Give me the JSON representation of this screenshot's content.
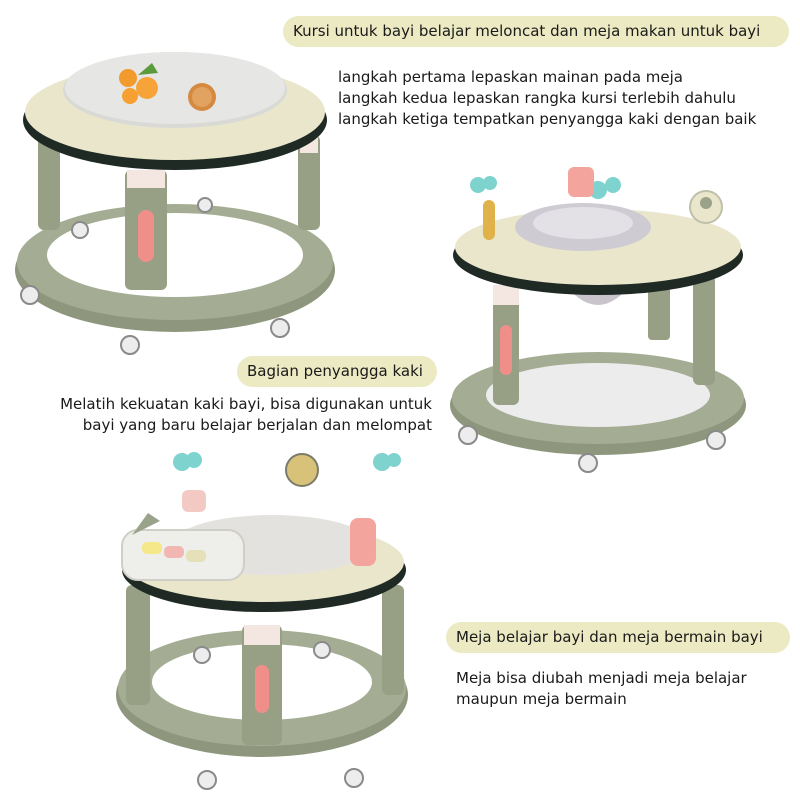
{
  "section1": {
    "heading": "Kursi untuk bayi belajar meloncat dan meja makan untuk bayi",
    "lines": [
      "langkah pertama lepaskan mainan pada meja",
      "langkah kedua lepaskan rangka kursi terlebih dahulu",
      "langkah ketiga tempatkan penyangga kaki dengan baik"
    ]
  },
  "section2": {
    "heading": "Bagian penyangga kaki",
    "lines": [
      "Melatih kekuatan kaki bayi, bisa digunakan untuk",
      "bayi yang baru belajar berjalan dan melompat"
    ]
  },
  "section3": {
    "heading": "Meja belajar bayi dan meja bermain bayi",
    "lines": [
      "Meja bisa diubah menjadi meja belajar",
      "maupun meja bermain"
    ]
  },
  "colors": {
    "pill_bg": "#eceac3",
    "tray": "#e6e3c8",
    "base_green": "#9aa389",
    "dark_green": "#7f8a70",
    "accent_pink": "#f08f8a",
    "accent_teal": "#7fd3cf"
  }
}
